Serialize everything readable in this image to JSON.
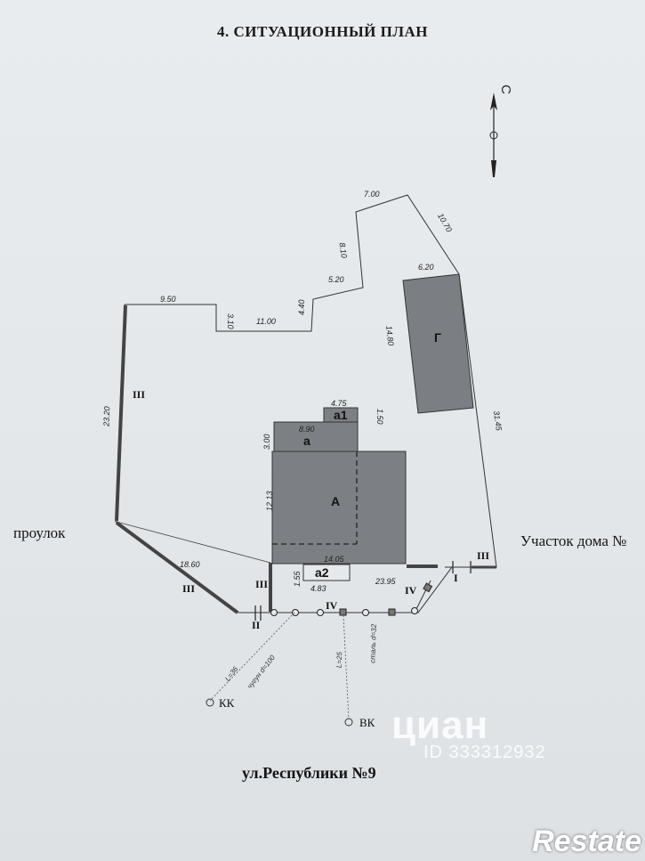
{
  "title": "4. СИТУАЦИОННЫЙ ПЛАН",
  "north": "С",
  "labels": {
    "left_side": "проулок",
    "right_side": "Участок дома №",
    "street": "ул.Республики  №9"
  },
  "buildings": {
    "main": "А",
    "a": "а",
    "a1": "а1",
    "a2": "а2",
    "garage": "Г"
  },
  "dimensions": {
    "d950": "9.50",
    "d310": "3.10",
    "d1100": "11.00",
    "d440": "4.40",
    "d520": "5.20",
    "d810": "8.10",
    "d700": "7.00",
    "d1070": "10.70",
    "d620": "6.20",
    "d1480": "14.80",
    "d3145": "31.45",
    "d2320": "23.20",
    "d1860": "18.60",
    "d475": "4.75",
    "d150": "1.50",
    "d890": "8.90",
    "d300": "3.00",
    "d1213": "12.13",
    "d1405": "14.05",
    "d155": "1.55",
    "d483": "4.83",
    "d2395": "23.95"
  },
  "fence_types": {
    "t3": "III",
    "t2": "II",
    "t1": "I",
    "t4": "IV"
  },
  "utilities": {
    "kk": "КК",
    "vk": "ВК",
    "kk_pipe_len": "L=36",
    "kk_pipe_mat": "чугун d=100",
    "vk_pipe_len": "L=25",
    "vk_pipe_mat": "сталь d=32"
  },
  "watermark": {
    "logo": "циан",
    "id": "ID 333312932"
  },
  "brand": "Restate"
}
